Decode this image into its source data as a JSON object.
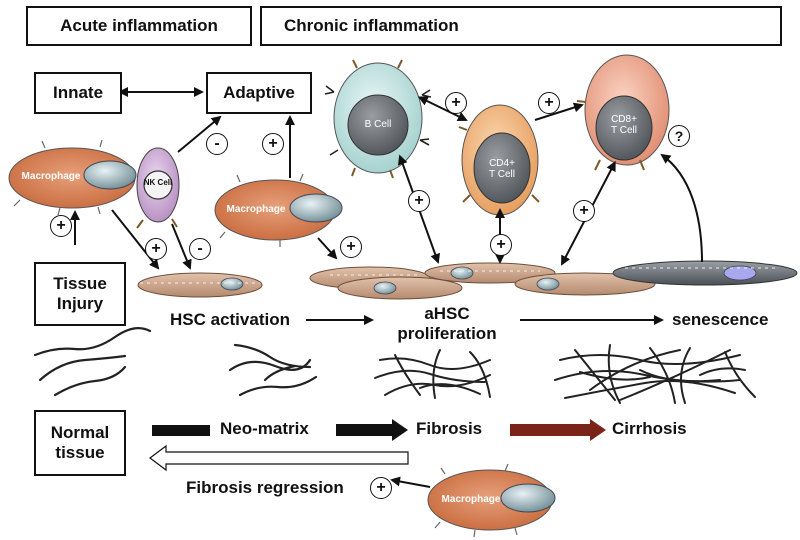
{
  "headers": {
    "acute": "Acute inflammation",
    "chronic": "Chronic inflammation"
  },
  "boxes": {
    "innate": "Innate",
    "adaptive": "Adaptive",
    "tissue_injury": "Tissue\nInjury",
    "normal_tissue": "Normal\ntissue"
  },
  "cells": {
    "macrophage": "Macrophage",
    "nk_cell": "NK Cell",
    "b_cell": "B Cell",
    "cd4_t_cell": "CD4+\nT Cell",
    "cd8_t_cell": "CD8+\nT Cell"
  },
  "stages": {
    "hsc_activation": "HSC activation",
    "ahsc_proliferation": "aHSC\nproliferation",
    "senescence": "senescence"
  },
  "matrix": {
    "neo_matrix": "Neo-matrix",
    "fibrosis": "Fibrosis",
    "cirrhosis": "Cirrhosis",
    "fibrosis_regression": "Fibrosis regression"
  },
  "symbols": {
    "plus": "+",
    "minus": "-",
    "question": "?"
  },
  "colors": {
    "macrophage": "#d9825a",
    "nk_cell": "#c8a2d0",
    "b_cell": "#c6e6e4",
    "cd4_t_cell": "#f3b67a",
    "cd8_t_cell": "#f0a58c",
    "hsc": "#caa48a",
    "cirrhosis_arrow": "#7a2418"
  }
}
